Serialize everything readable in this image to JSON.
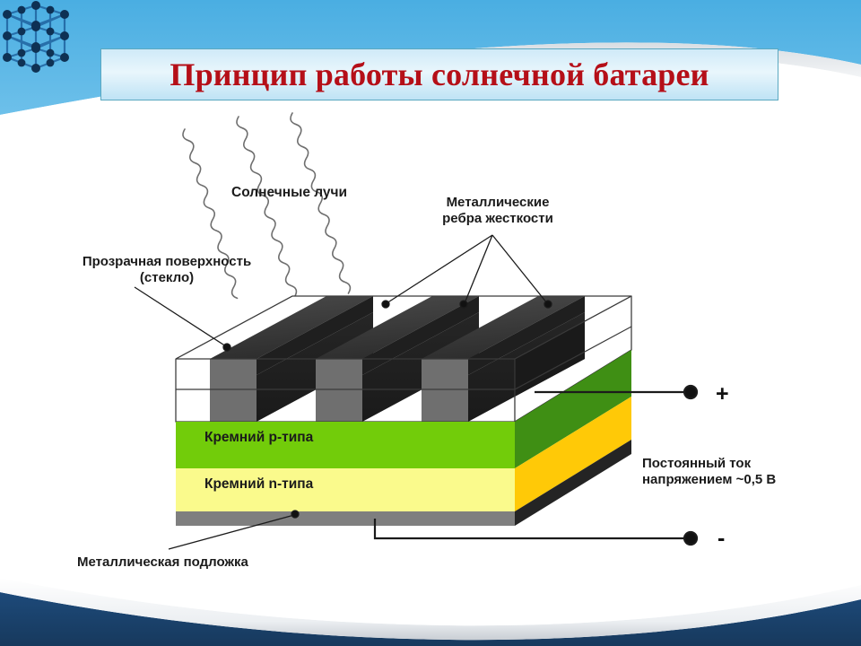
{
  "slide": {
    "title": "Принцип работы солнечной батареи",
    "title_color": "#b50f18",
    "banner_color": "#58b3e3",
    "footer_color": "#1b4472",
    "plaque_border_color": "#5ba8c0"
  },
  "decor": {
    "corner_graphic": "crystal-lattice",
    "top_band": "blue-banner",
    "bottom_band": "navy-curve"
  },
  "diagram": {
    "type": "isometric-cutaway",
    "labels": {
      "sun_rays": "Солнечные лучи",
      "glass": "Прозрачная поверхность\n(стекло)",
      "ribs": "Металлические\nребра жесткости",
      "silicon_p": "Кремний p-типа",
      "silicon_n": "Кремний n-типа",
      "substrate": "Металлическая подложка",
      "current": "Постоянный ток\nнапряжением ~0,5 В",
      "terminal_plus": "+",
      "terminal_minus": "-"
    },
    "layers": [
      {
        "name": "glass",
        "label": "Прозрачная поверхность (стекло)",
        "top_color": "#ffffff",
        "side_color": "#ffffff"
      },
      {
        "name": "ribs",
        "label": "Металлические ребра жесткости",
        "top_color": "#3a3a3a",
        "side_color": "#2a2a2a",
        "count": 3
      },
      {
        "name": "silicon_p",
        "label": "Кремний p-типа",
        "top_color": "#72cc0a",
        "side_color": "#3f8f14"
      },
      {
        "name": "silicon_n",
        "label": "Кремний n-типа",
        "top_color": "#fafa8c",
        "side_color": "#ffc907"
      },
      {
        "name": "substrate",
        "label": "Металлическая подложка",
        "top_color": "#7f7f7f",
        "side_color": "#242424"
      }
    ],
    "rays": {
      "count": 3,
      "style": "wavy",
      "color": "#6e6e6e"
    },
    "output": {
      "voltage": "~0,5 В",
      "kind": "Постоянный ток"
    }
  }
}
